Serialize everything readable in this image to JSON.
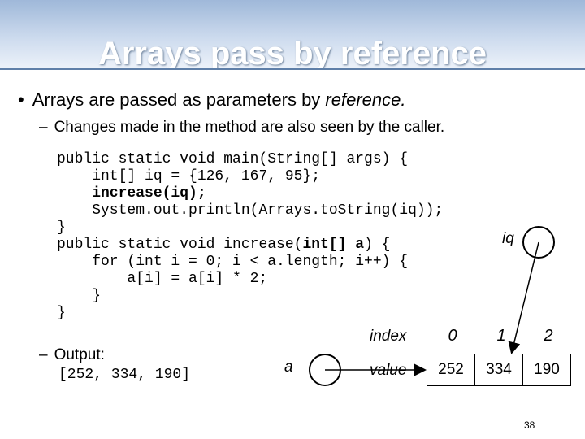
{
  "slide": {
    "title": "Arrays pass by reference",
    "bullet1": {
      "prefix": "Arrays are passed as parameters by ",
      "emphasis": "reference."
    },
    "bullet2": "Changes made in the method are also seen by the caller.",
    "code": {
      "line1": "public static void main(String[] args) {",
      "line2": "    int[] iq = {126, 167, 95};",
      "line3": "    increase(iq);",
      "line4": "    System.out.println(Arrays.toString(iq));",
      "line5": "}",
      "line6_a": "public static void increase(",
      "line6_b": "int[] a",
      "line6_c": ") {",
      "line7": "    for (int i = 0; i < a.length; i++) {",
      "line8": "        a[i] = a[i] * 2;",
      "line9": "    }",
      "line10": "}"
    },
    "output_label": "Output:",
    "output_value": "[252, 334, 190]",
    "diagram": {
      "iq_label": "iq",
      "a_label": "a",
      "index_label": "index",
      "value_label": "value",
      "indices": [
        "0",
        "1",
        "2"
      ],
      "values": [
        "252",
        "334",
        "190"
      ]
    },
    "page_number": "38"
  }
}
